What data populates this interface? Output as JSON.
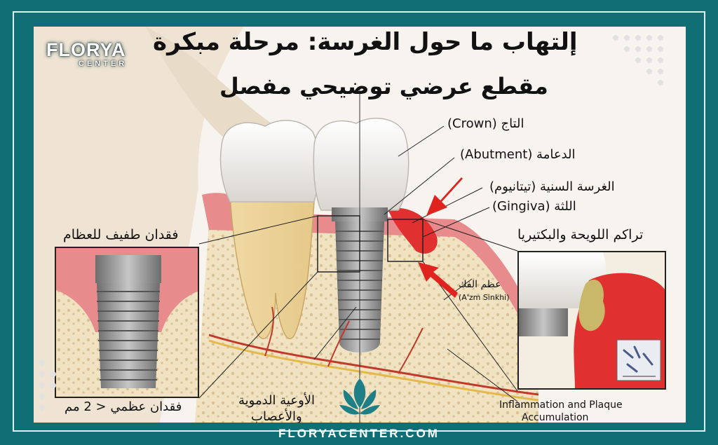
{
  "title": "إلتهاب ما حول الغرسة: مرحلة مبكرة",
  "subtitle": "مقطع عرضي توضيحي مفصل",
  "logo": {
    "brand": "FLORYA",
    "subbrand": "CENTER"
  },
  "labels": {
    "crown": "التاج (Crown)",
    "abutment": "الدعامة (Abutment)",
    "implant": "الغرسة السنية (تيتانيوم)",
    "gingiva": "اللثة (Gingiva)",
    "plaque": "تراكم اللويحة والبكتيريا",
    "minor_bone_loss": "فقدان طفيف للعظام",
    "jaw_bone": "عظم الفك",
    "jaw_bone_translit": "(A'zm Sinkhi)",
    "vessels_line1": "الأوعية الدموية",
    "vessels_line2": "والأعصاب",
    "bone_loss_measure": "فقدان عظمي < 2 مم",
    "inflammation_line1": "Inflammation and Plaque",
    "inflammation_line2": "Accumulation"
  },
  "footer": {
    "url": "FLORYACENTER.COM"
  },
  "colors": {
    "frame": "#0f6f74",
    "background": "#f7f4f0",
    "gum": "#e27a7c",
    "inflamed_gum": "#e0302f",
    "bone": "#f1e2c2",
    "implant": "#9a9a9a",
    "arrow": "#e0231f"
  }
}
